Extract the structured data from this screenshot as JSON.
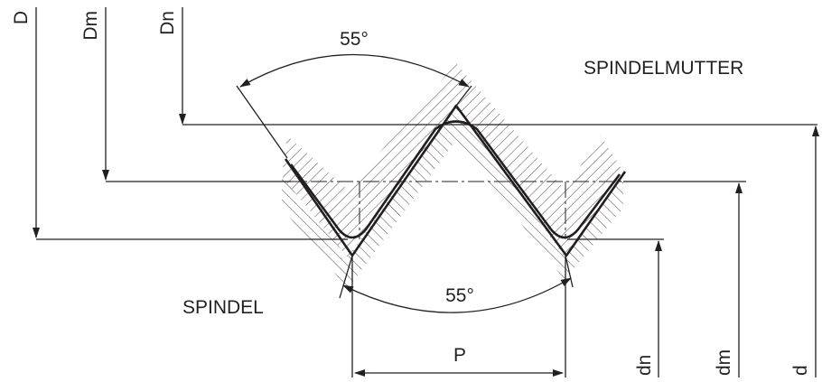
{
  "labels": {
    "D": "D",
    "Dm": "Dm",
    "Dn": "Dn",
    "d": "d",
    "dm": "dm",
    "dn": "dn",
    "angle_top": "55°",
    "angle_bottom": "55°",
    "pitch": "P",
    "nut": "SPINDELMUTTER",
    "spindle": "SPINDEL"
  },
  "colors": {
    "ink": "#231f20",
    "background": "#ffffff"
  }
}
